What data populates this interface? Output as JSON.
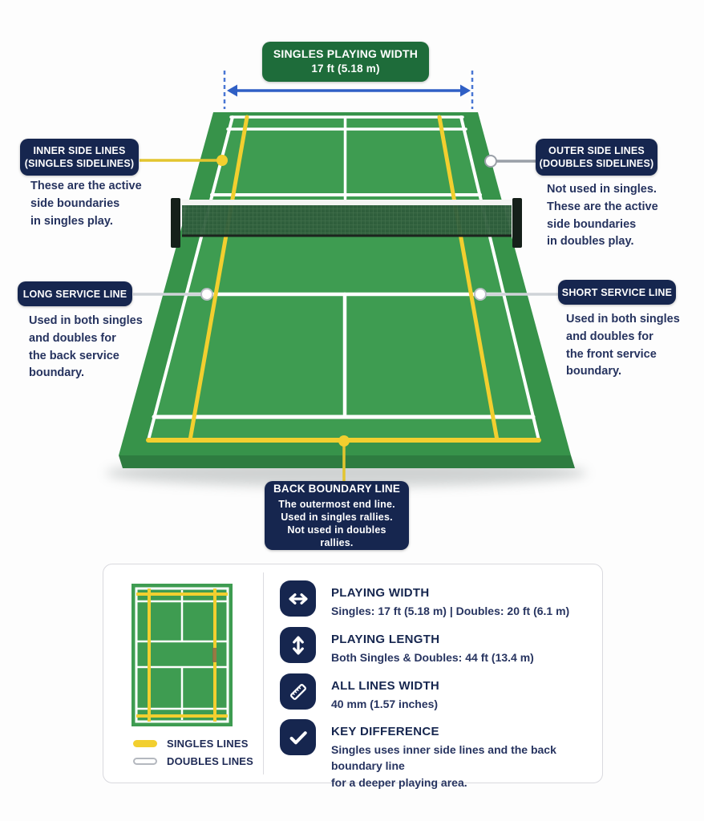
{
  "header": {
    "title": "SINGLES PLAYING WIDTH",
    "value": "17 ft (5.18 m)"
  },
  "callouts": {
    "inner_side_lines": {
      "title": "INNER SIDE LINES\n(SINGLES SIDELINES)",
      "description": "These are the active\nside boundaries\nin singles play."
    },
    "outer_side_lines": {
      "title": "OUTER SIDE LINES\n(DOUBLES SIDELINES)",
      "description": "Not used in singles.\nThese are the active\nside boundaries\nin doubles play."
    },
    "long_service_line": {
      "title": "LONG SERVICE LINE",
      "description": "Used in both singles\nand doubles for\nthe back service\nboundary."
    },
    "short_service_line": {
      "title": "SHORT SERVICE LINE",
      "description": "Used in both singles\nand doubles for\nthe front service\nboundary."
    },
    "back_boundary_line": {
      "title": "BACK BOUNDARY LINE",
      "description": "The outermost end line.\nUsed in singles rallies.\nNot used in doubles rallies."
    }
  },
  "info_panel": {
    "legend": {
      "singles_label": "SINGLES LINES",
      "doubles_label": "DOUBLES LINES"
    },
    "items": [
      {
        "icon": "horizontal-arrow-icon",
        "title": "PLAYING WIDTH",
        "description": "Singles: 17 ft (5.18 m)   |   Doubles: 20 ft (6.1 m)"
      },
      {
        "icon": "vertical-arrow-icon",
        "title": "PLAYING LENGTH",
        "description": "Both Singles & Doubles: 44 ft (13.4 m)"
      },
      {
        "icon": "ruler-icon",
        "title": "ALL LINES WIDTH",
        "description": "40 mm (1.57 inches)"
      },
      {
        "icon": "check-icon",
        "title": "KEY DIFFERENCE",
        "description": "Singles uses inner side lines and the back boundary line\nfor a deeper playing area."
      }
    ]
  },
  "colors": {
    "court_green": "#3E9C51",
    "court_apron_green": "#37934A",
    "court_edge_dark": "#2E7C40",
    "singles_yellow": "#F2CF2F",
    "doubles_white": "#FFFFFF",
    "label_navy": "#16264F",
    "header_green": "#1E6C3A",
    "arrow_blue": "#2F5FC5"
  }
}
